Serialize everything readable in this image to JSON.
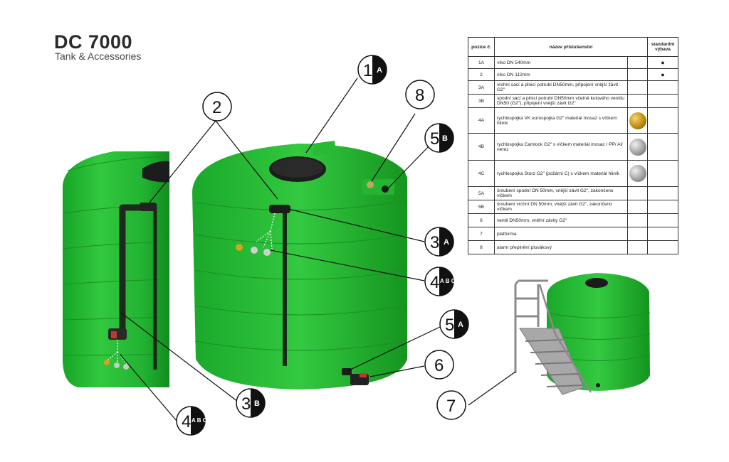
{
  "header": {
    "title": "DC 7000",
    "subtitle": "Tank & Accessories"
  },
  "colors": {
    "tank": "#1fb52f",
    "tank_dark": "#138a1f",
    "lid": "#1c1c1c",
    "platform": "#9a9a9a"
  },
  "callouts": [
    {
      "num": "1",
      "sub": "A"
    },
    {
      "num": "2",
      "sub": ""
    },
    {
      "num": "8",
      "sub": ""
    },
    {
      "num": "5",
      "sub": "B"
    },
    {
      "num": "3",
      "sub": "A"
    },
    {
      "num": "4",
      "sub": "A B C"
    },
    {
      "num": "5",
      "sub": "A"
    },
    {
      "num": "6",
      "sub": ""
    },
    {
      "num": "3",
      "sub": "B"
    },
    {
      "num": "4",
      "sub": "A B C"
    },
    {
      "num": "7",
      "sub": ""
    }
  ],
  "table": {
    "headers": {
      "pos": "pozice č.",
      "name": "název příslušenství",
      "std": "standardní výbava"
    },
    "rows": [
      {
        "pos": "1A",
        "name": "víko DN 540mm",
        "std": "●",
        "fitting": ""
      },
      {
        "pos": "2",
        "name": "víko DN 112mm",
        "std": "●",
        "fitting": ""
      },
      {
        "pos": "3A",
        "name": "vrchní sací a plnicí potrubí DN50mm, připojení vnější závit G2\"",
        "std": "",
        "fitting": ""
      },
      {
        "pos": "3B",
        "name": "spodní sací a plnicí potrubí DN50mm včetně kulového ventilu DN50 (G2\"), připojení vnější závit G2\"",
        "std": "",
        "fitting": ""
      },
      {
        "pos": "4A",
        "name": "rychlospojka VK eurospojka G2\" materiál mosaz s víčkem hliník",
        "std": "",
        "fitting": "brass"
      },
      {
        "pos": "4B",
        "name": "rychlospojka Camlock G2\" s víčkem materiál mosaz / PP/ Al/ nerez",
        "std": "",
        "fitting": "silver"
      },
      {
        "pos": "4C",
        "name": "rychlospojka Storz G2\" (požární C) s víčkem materiál hliník",
        "std": "",
        "fitting": "silver"
      },
      {
        "pos": "5A",
        "name": "šroubení spodní DN 50mm, vnější závit G2\", zakončeno víčkem",
        "std": "",
        "fitting": ""
      },
      {
        "pos": "5B",
        "name": "šroubení vrchní DN 50mm, vnější závit G2\", zakončeno víčkem",
        "std": "",
        "fitting": ""
      },
      {
        "pos": "6",
        "name": "ventil DN50mm, vnitřní závity G2\"",
        "std": "",
        "fitting": ""
      },
      {
        "pos": "7",
        "name": "platforma",
        "std": "",
        "fitting": ""
      },
      {
        "pos": "8",
        "name": "alarm přeplnění plovákový",
        "std": "",
        "fitting": ""
      }
    ]
  }
}
